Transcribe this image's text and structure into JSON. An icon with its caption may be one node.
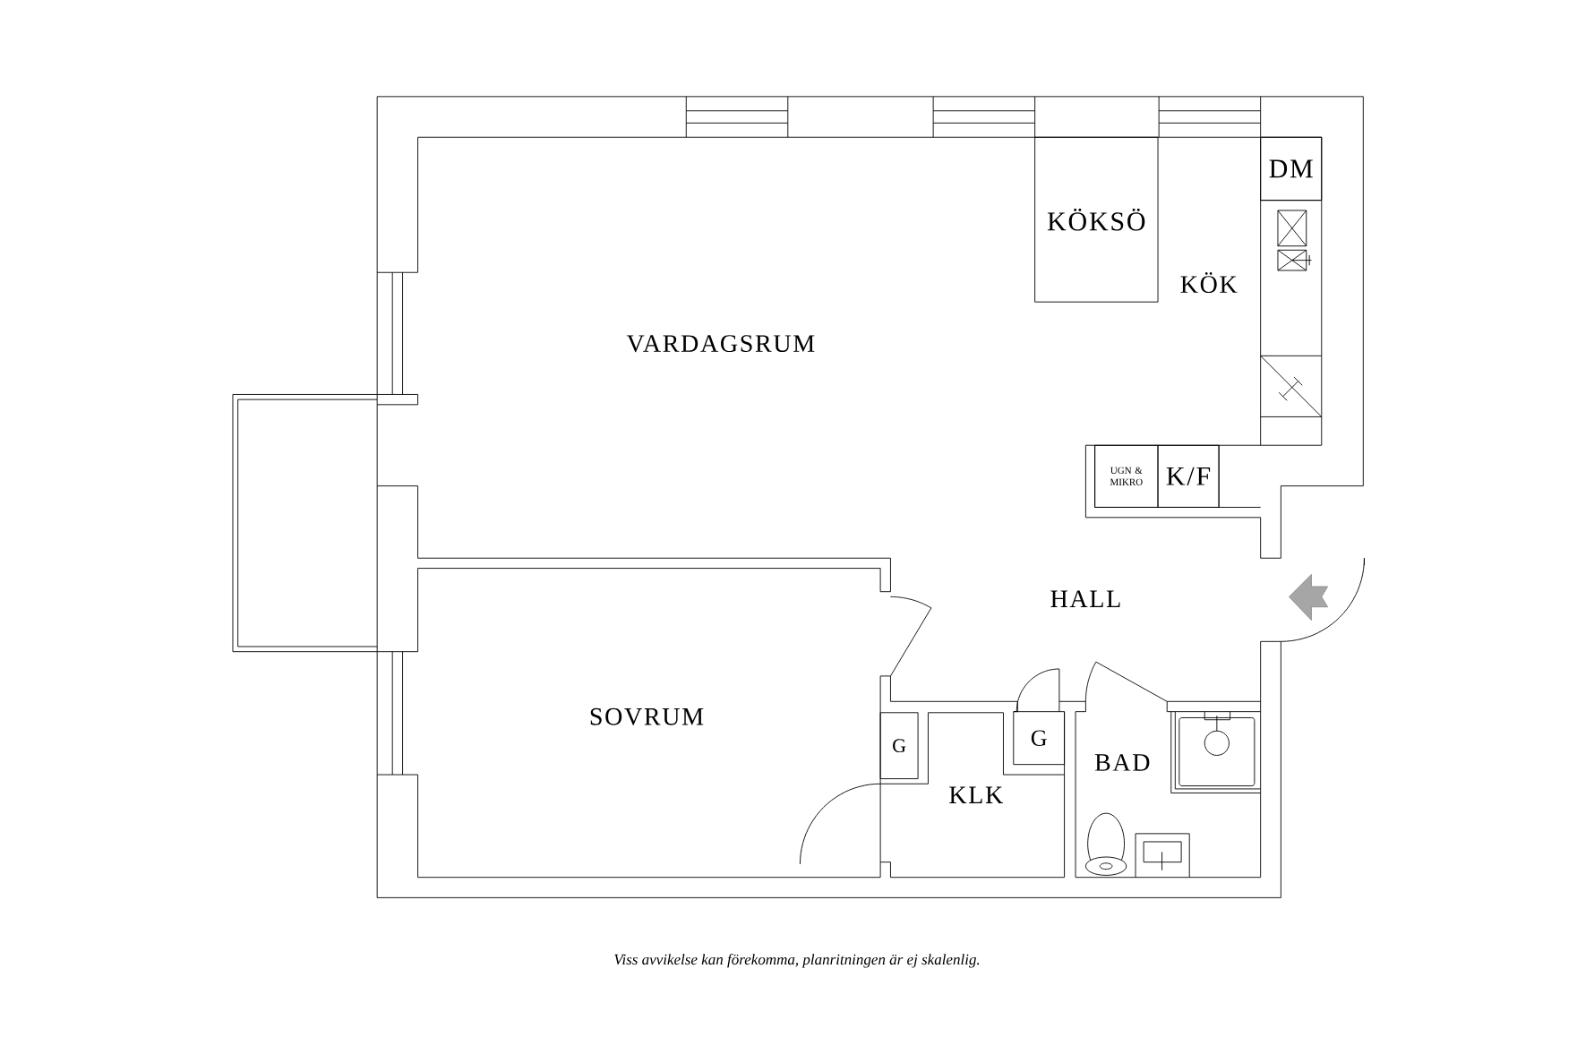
{
  "diagram": {
    "caption": "Viss avvikelse kan förekomma, planritningen är ej skalenlig.",
    "nodes": [
      {
        "text": [
          "DM"
        ]
      },
      {
        "text": [
          "KÖKSÖ"
        ]
      },
      {
        "text": [
          "UGN & MIKRO"
        ]
      },
      {
        "text": [
          "K/F"
        ]
      },
      {
        "text": [
          "G"
        ]
      },
      {
        "text": [
          "G"
        ]
      }
    ],
    "labels": [
      "KÖK",
      "VARDAGSRUM",
      "HALL",
      "SOVRUM",
      "BAD",
      "KLK"
    ]
  }
}
